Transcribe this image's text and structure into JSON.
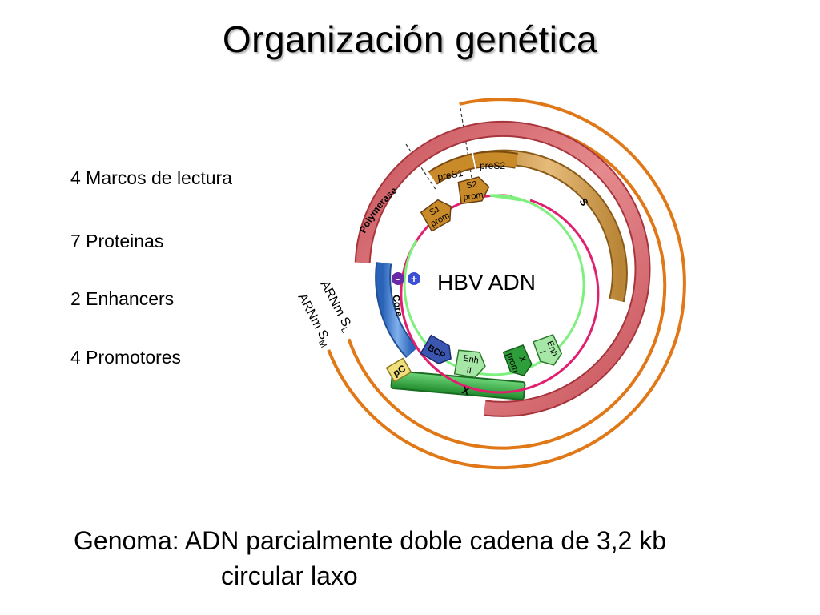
{
  "title": "Organización genética",
  "facts": [
    "4 Marcos de lectura",
    "7 Proteinas",
    "2 Enhancers",
    "4 Promotores"
  ],
  "diagram": {
    "center_label": "HBV ADN",
    "strand_minus": "-",
    "strand_plus": "+",
    "genes": {
      "polymerase": "Polymerase",
      "s": "S",
      "pres1": "preS1",
      "pres2": "preS2",
      "core": "Core",
      "x": "X",
      "pc": "pC"
    },
    "elements": {
      "s1_prom_a": "S1",
      "s1_prom_b": "prom",
      "s2_prom_a": "S2",
      "s2_prom_b": "prom",
      "bcp": "BCP",
      "enh2_a": "Enh",
      "enh2_b": "II",
      "enh1_a": "Enh",
      "enh1_b": "I",
      "xprom_a": "X",
      "xprom_b": "prom"
    },
    "transcripts": {
      "sl_main": "ARNm S",
      "sl_sub": "L",
      "sm_main": "ARNm S",
      "sm_sub": "M"
    }
  },
  "caption": {
    "line1": "Genoma: ADN parcialmente doble cadena de 3,2 kb",
    "line2": "circular laxo"
  },
  "colors": {
    "polymerase_fill": "#d0676c",
    "polymerase_stroke": "#a8343c",
    "s_fill": "#c9964a",
    "s_stroke": "#8a5a18",
    "pres_fill": "#c98a2a",
    "core_fill": "#3c7fd0",
    "x_fill": "#2e9e3a",
    "pc_fill": "#f0df7a",
    "transcript_orange": "#e07818",
    "inner_pink": "#e0206e",
    "inner_green": "#7ef07e",
    "minus_dot": "#6a2aa8",
    "plus_dot": "#3b4fd6",
    "bcp_fill": "#3a56b0",
    "enh_fill": "#a6e6a6"
  }
}
